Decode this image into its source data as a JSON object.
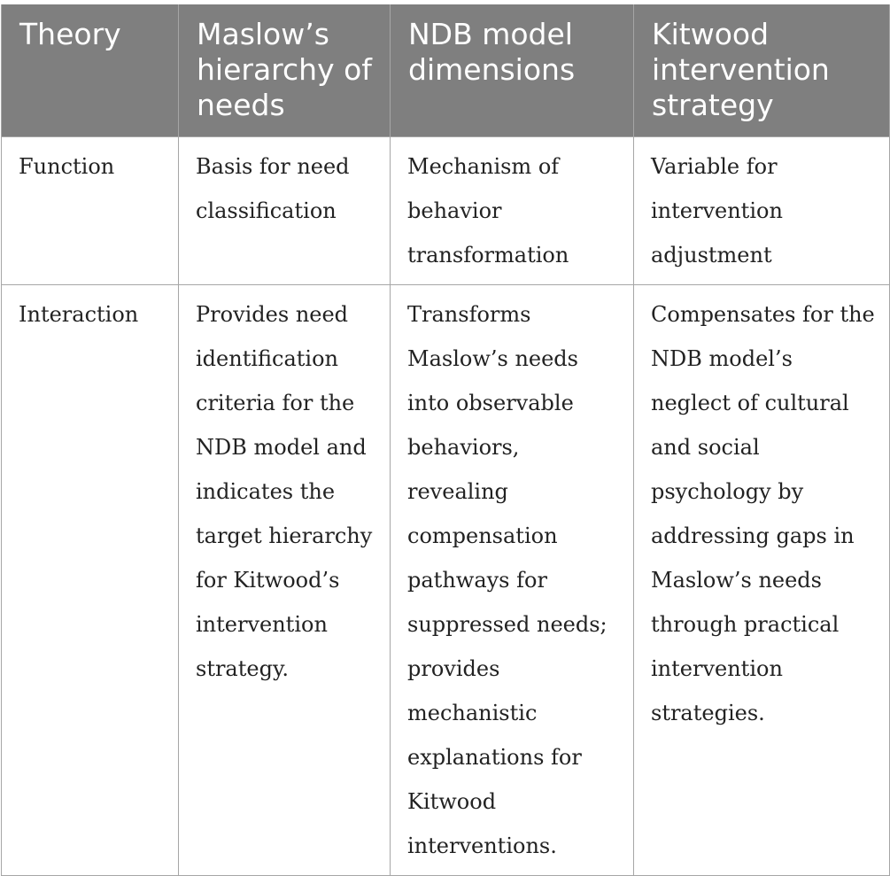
{
  "headers": [
    "Theory",
    "Maslow’s hierarchy of needs",
    "NDB model dimensions",
    "Kitwood intervention strategy"
  ],
  "rows": [
    {
      "label": "Function",
      "maslow": "Basis for need classification",
      "ndb": "Mechanism of behavior transformation",
      "kitwood": "Variable for intervention adjustment"
    },
    {
      "label": "Interaction",
      "maslow": "Provides need identification criteria for the NDB model and indicates the target hierarchy for Kitwood’s intervention strategy.",
      "ndb": "Transforms Maslow’s needs into observable behaviors, revealing compensation pathways for suppressed needs; provides mechanistic explanations for Kitwood interventions.",
      "kitwood": "Compensates for the NDB model’s neglect of cultural and social psychology by addressing gaps in Maslow’s needs through practical intervention strategies."
    }
  ],
  "colors": {
    "header_bg": "#7f7f7f",
    "header_text": "#ffffff",
    "border": "#a6a6a6",
    "body_text": "#222222"
  }
}
